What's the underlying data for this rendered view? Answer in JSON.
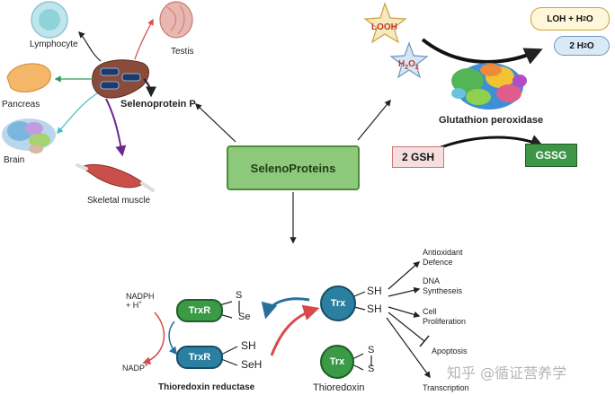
{
  "center": {
    "label": "SelenoProteins"
  },
  "selenoprotein_p": {
    "label": "Selenoprotein P",
    "targets": [
      "Lymphocyte",
      "Testis",
      "Pancreas",
      "Brain",
      "Skeletal muscle"
    ]
  },
  "gpx": {
    "stars": [
      {
        "label": "LOOH"
      },
      {
        "label": "H",
        "sub": "2",
        "label2": "O",
        "sub2": "2"
      }
    ],
    "products": [
      {
        "label": "LOH + H",
        "sub": "2",
        "label2": "O"
      },
      {
        "label": "2 H",
        "sub": "2",
        "label2": "O"
      }
    ],
    "enzyme_label": "Glutathion peroxidase",
    "gsh_label": "2 GSH",
    "gssg_label": "GSSG"
  },
  "thioredoxin": {
    "nadph_label": "NADPH",
    "hplus_label": "+ H",
    "hplus_sup": "+",
    "nadp_label": "NADP",
    "nadp_sup": "+",
    "trxr_label": "TrxR",
    "trx_label": "Trx",
    "s_label": "S",
    "se_label": "Se",
    "sh_label": "SH",
    "seh_label": "SeH",
    "reductase_caption": "Thioredoxin reductase",
    "thioredoxin_caption": "Thioredoxin",
    "functions": [
      {
        "line1": "Antioxidant",
        "line2": "Defence"
      },
      {
        "line1": "DNA",
        "line2": "Syntheseis"
      },
      {
        "line1": "Cell",
        "line2": "Proliferation"
      },
      {
        "line1": "Apoptosis",
        "line2": ""
      },
      {
        "line1": "Transcription",
        "line2": ""
      }
    ]
  },
  "watermark": "知乎 @循证营养学",
  "colors": {
    "center_fill": "#8cc97a",
    "center_border": "#4d8c3a",
    "trxr_fill": "#2b7fa0",
    "trx_fill": "#2b7fa0",
    "trx_ox_fill": "#3a9a46",
    "gssg_fill": "#3d9645",
    "gsh_fill": "#f6dede",
    "arrow_red": "#d84a4a",
    "arrow_blue": "#2a6f9c"
  }
}
